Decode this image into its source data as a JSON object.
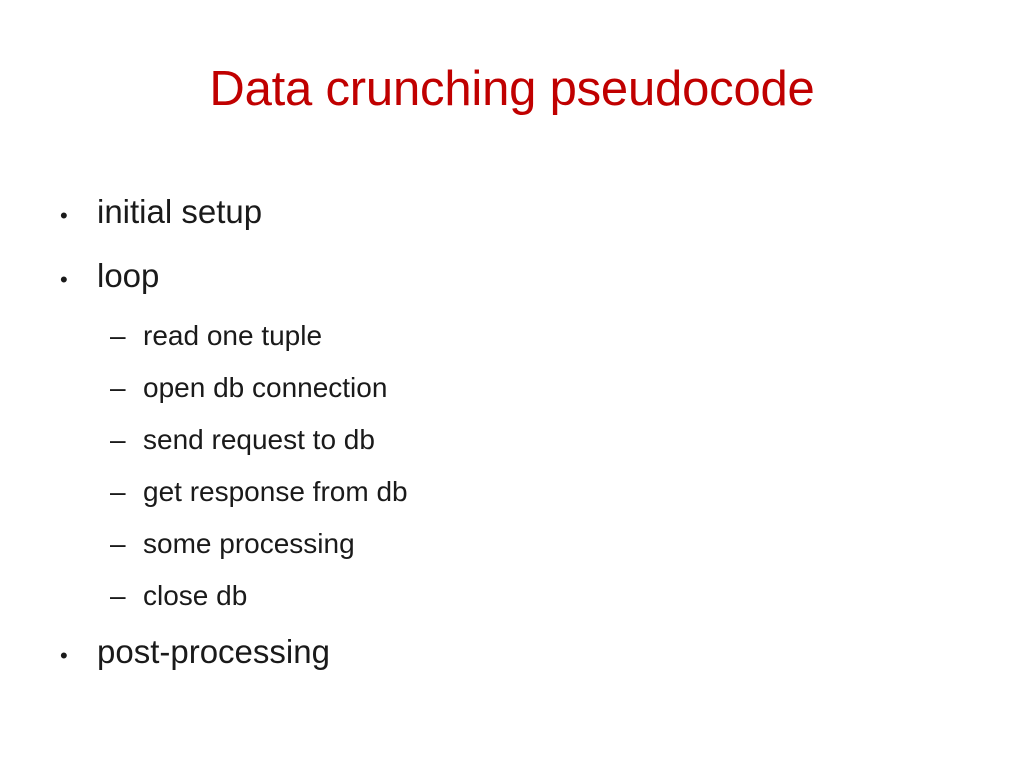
{
  "slide": {
    "title": "Data crunching pseudocode",
    "title_color": "#C00000",
    "background_color": "#FFFFFF",
    "body_text_color": "#1A1A1A",
    "markers": {
      "level_1": "•",
      "level_2": "–"
    },
    "content": [
      {
        "level": 1,
        "text": "initial setup"
      },
      {
        "level": 1,
        "text": "loop"
      },
      {
        "level": 2,
        "text": "read one tuple"
      },
      {
        "level": 2,
        "text": "open db connection"
      },
      {
        "level": 2,
        "text": "send request to db"
      },
      {
        "level": 2,
        "text": "get response from db"
      },
      {
        "level": 2,
        "text": "some processing"
      },
      {
        "level": 2,
        "text": "close db"
      },
      {
        "level": 1,
        "text": "post-processing"
      }
    ]
  }
}
